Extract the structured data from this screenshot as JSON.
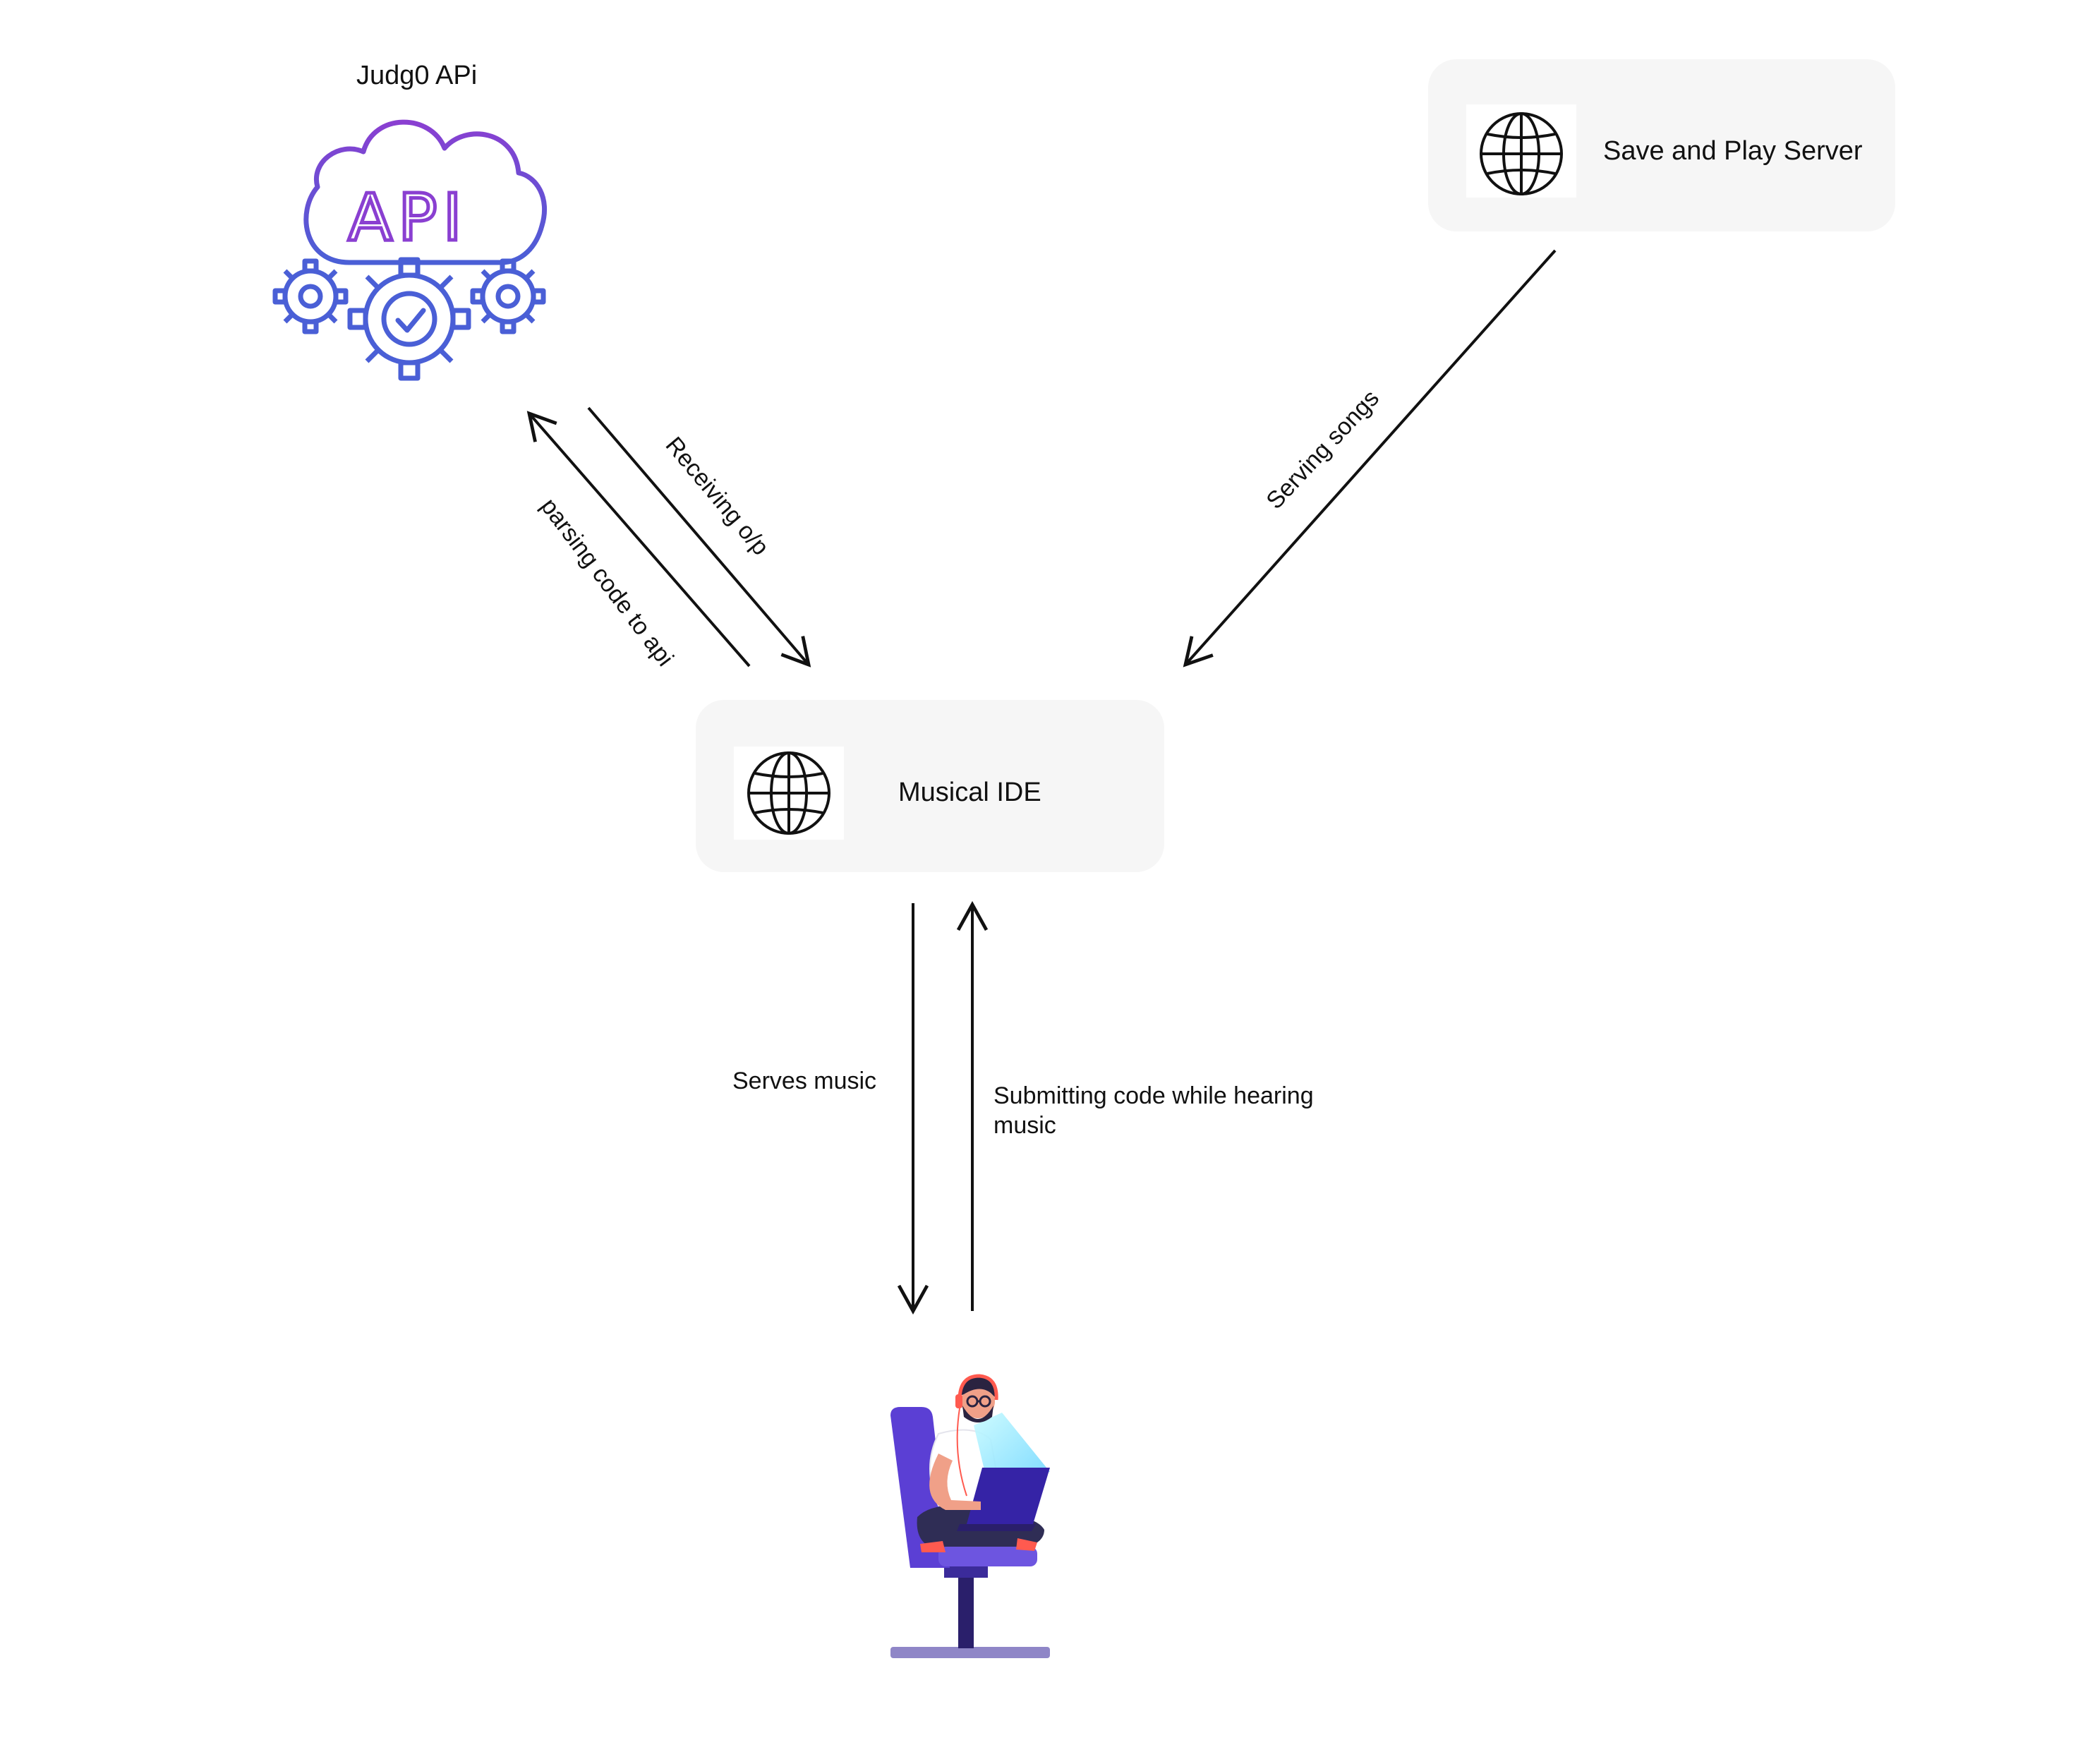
{
  "nodes": {
    "judge_api": {
      "label": "Judg0 APi",
      "icon": "api-cloud-gears-icon",
      "icon_text": "API"
    },
    "save_play_server": {
      "label": "Save and Play Server",
      "icon": "globe-icon"
    },
    "musical_ide": {
      "label": "Musical IDE",
      "icon": "globe-icon"
    },
    "user": {
      "icon": "person-with-laptop-on-chair-illustration"
    }
  },
  "edges": {
    "parsing": {
      "label": "parsing code to api"
    },
    "receiving": {
      "label": "Receiving o/p"
    },
    "serving_songs": {
      "label": "Serving songs"
    },
    "serves_music": {
      "label": "Serves music"
    },
    "submitting": {
      "label": "Submitting code while hearing music"
    }
  },
  "colors": {
    "api_purple": "#8a3fd1",
    "api_blue": "#4a5fd6",
    "box_bg": "#f6f6f6",
    "chair": "#5b3fd4",
    "chair_dark": "#2a1f6b",
    "headphones": "#ff5a4f"
  }
}
